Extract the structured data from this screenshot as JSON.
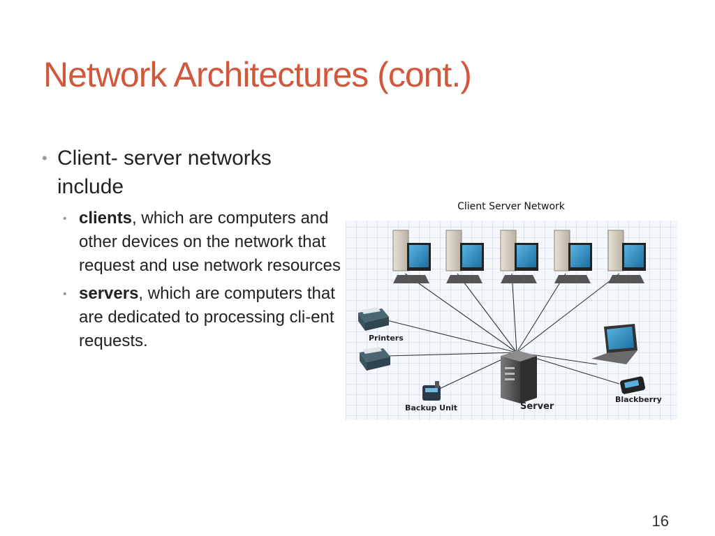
{
  "slide": {
    "title": "Network Architectures (cont.)",
    "page_number": "16"
  },
  "bullets": {
    "main": "Client- server networks include",
    "sub": [
      {
        "bold": "clients",
        "rest": ", which are computers and other devices on the network that request and use network resources"
      },
      {
        "bold": "servers",
        "rest": ", which are computers that are dedicated to processing cli-ent requests."
      }
    ]
  },
  "diagram": {
    "title": "Client Server Network",
    "labels": {
      "printers": "Printers",
      "server": "Server",
      "backup": "Backup Unit",
      "blackberry": "Blackberry"
    },
    "colors": {
      "grid": "#c9d3e0",
      "screen": "#2e8fc3",
      "tower": "#cfc8bc",
      "server": "#5a5a5a"
    }
  }
}
